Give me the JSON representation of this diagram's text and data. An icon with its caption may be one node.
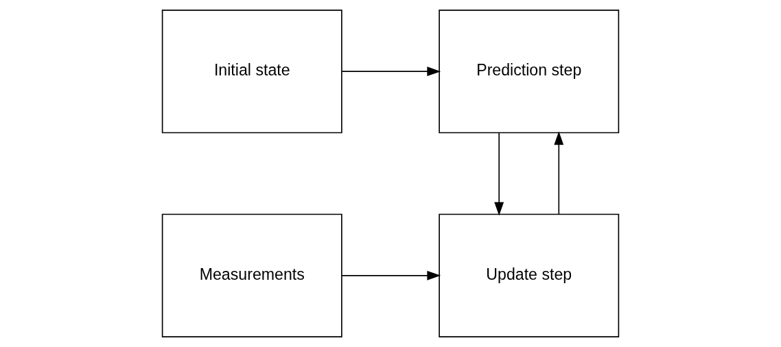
{
  "diagram": {
    "nodes": [
      {
        "text": [
          "Initial state"
        ]
      },
      {
        "text": [
          "Prediction step"
        ]
      },
      {
        "text": [
          "Update step"
        ]
      },
      {
        "text": [
          "Measurements"
        ]
      }
    ],
    "edges": [
      {
        "from": 0,
        "to": 1,
        "arrow": "to"
      },
      {
        "from": 2,
        "to": 1,
        "arrow": "to"
      },
      {
        "from": 1,
        "to": 2,
        "arrow": "to"
      },
      {
        "from": 3,
        "to": 2,
        "arrow": "to"
      }
    ]
  }
}
